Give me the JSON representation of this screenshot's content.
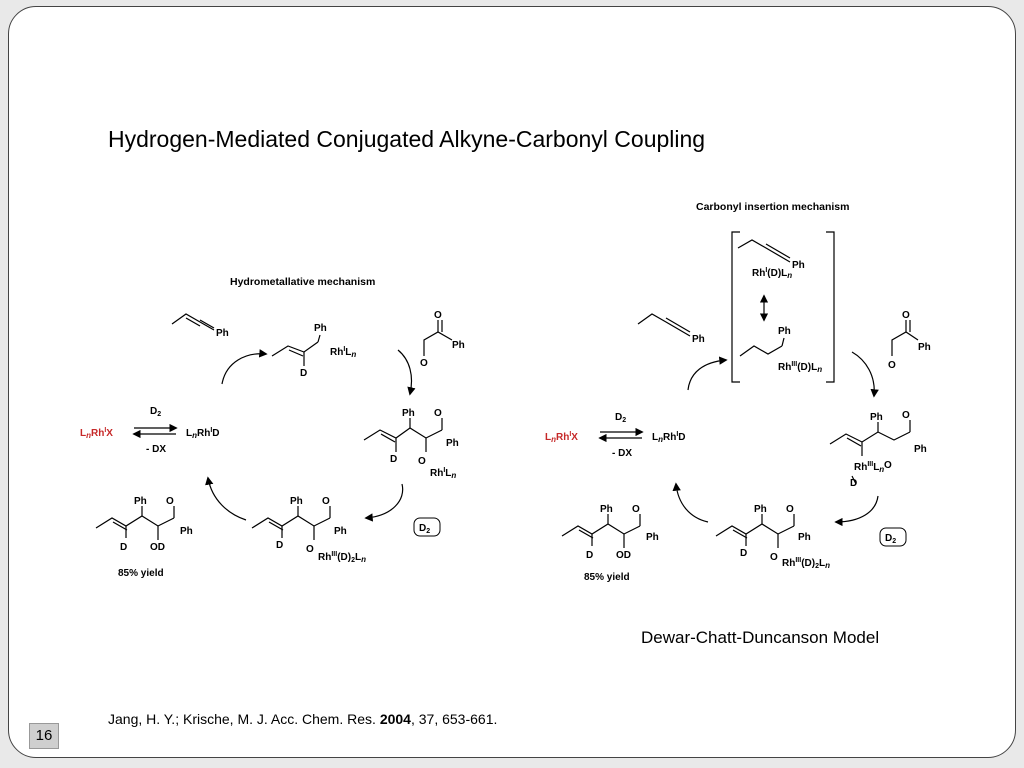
{
  "slide": {
    "title": "Hydrogen-Mediated Conjugated Alkyne-Carbonyl Coupling",
    "subtitle_right": "Dewar-Chatt-Duncanson Model",
    "citation": {
      "text_before": "Jang, H. Y.; Krische, M. J. Acc. Chem. Res. ",
      "year": "2004",
      "text_after": ", 37, 653-661."
    },
    "page_number": "16"
  },
  "scheme_left": {
    "heading": "Hydrometallative mechanism",
    "ph": "Ph",
    "o": "O",
    "d": "D",
    "od": "OD",
    "d2": "D",
    "minus_dx": "- DX",
    "yield": "85% yield",
    "badge": "D"
  },
  "scheme_right": {
    "heading": "Carbonyl insertion mechanism",
    "yield": "85% yield"
  },
  "colors": {
    "accent_red": "#c62828",
    "frame_border": "#444444"
  }
}
